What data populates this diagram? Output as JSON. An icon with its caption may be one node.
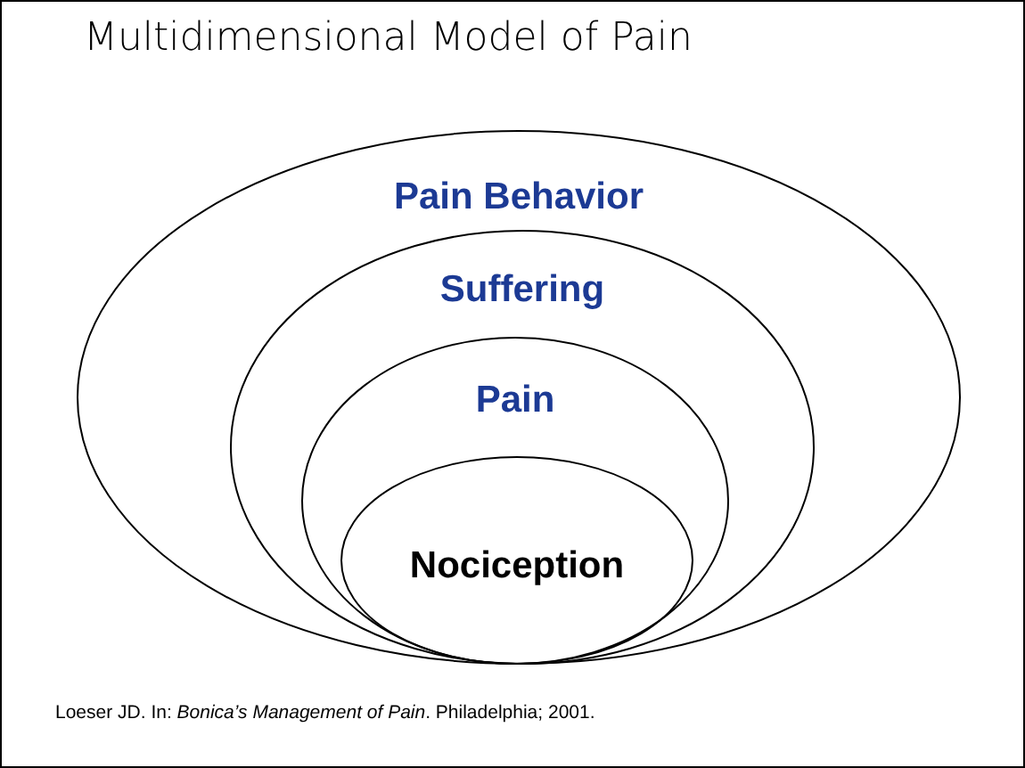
{
  "diagram": {
    "title": "Multidimensional Model of Pain",
    "nodes": [
      {
        "text": [
          "Pain Behavior"
        ]
      },
      {
        "text": [
          "Suffering"
        ],
        "in": 0
      },
      {
        "text": [
          "Pain"
        ],
        "in": 1
      },
      {
        "text": [
          "Nociception"
        ],
        "in": 2
      }
    ],
    "labels": [
      "Loeser JD. In: *Bonica’s Management of Pain*. Philadelphia; 2001."
    ]
  }
}
